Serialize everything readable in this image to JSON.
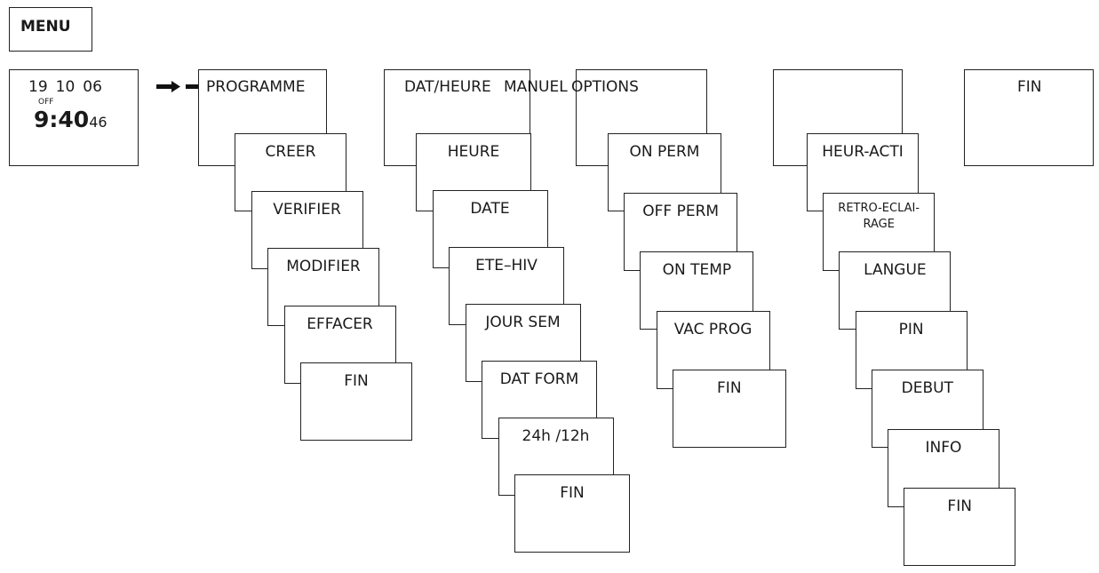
{
  "menu": {
    "title": "MENU"
  },
  "display": {
    "date": [
      "19",
      "10",
      "06"
    ],
    "status": "OFF",
    "time": "9:40",
    "seconds": "46"
  },
  "columns": [
    {
      "header": "PROGRAMME",
      "items": [
        "CREER",
        "VERIFIER",
        "MODIFIER",
        "EFFACER",
        "FIN"
      ]
    },
    {
      "header": "DAT/HEURE",
      "items": [
        "HEURE",
        "DATE",
        "ETE–HIV",
        "JOUR SEM",
        "DAT FORM",
        "24h /12h",
        "FIN"
      ]
    },
    {
      "header": "MANUEL",
      "items": [
        "ON PERM",
        "OFF PERM",
        "ON TEMP",
        "VAC PROG",
        "FIN"
      ]
    },
    {
      "header": "OPTIONS",
      "items": [
        "HEUR-ACTI",
        "RETRO-ECLAI-RAGE",
        "LANGUE",
        "PIN",
        "DEBUT",
        "INFO",
        "FIN"
      ]
    },
    {
      "header": "FIN",
      "items": []
    }
  ],
  "colors": {
    "stroke": "#222222",
    "background": "#ffffff"
  }
}
